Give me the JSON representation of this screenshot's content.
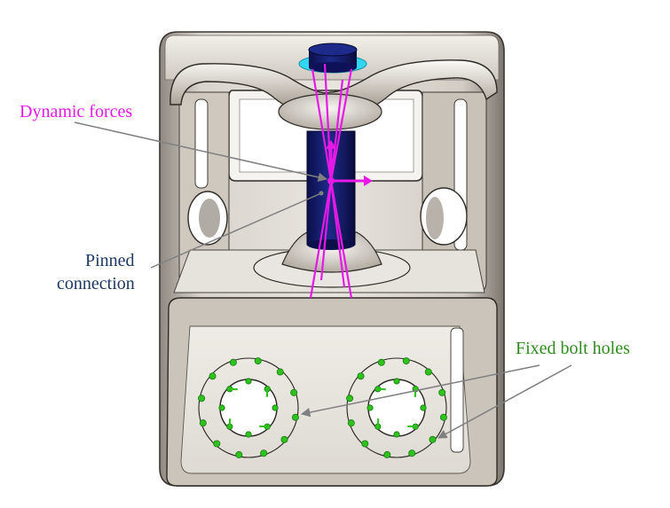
{
  "labels": {
    "dynamic_forces": "Dynamic forces",
    "pinned_line1": "Pinned",
    "pinned_line2": "connection",
    "fixed_bolt_holes": "Fixed bolt holes"
  },
  "colors": {
    "dynamic_forces": "#e619e6",
    "pinned_connection": "#1f3864",
    "fixed_bolt_holes": "#2e8b1e",
    "pin_body": "#141a6b",
    "pin_ring": "#33d6f0",
    "fixed_marker": "#2fc21f",
    "leader_line": "#808080",
    "part_metal": "#d8d3cc"
  },
  "icons": {
    "force_arrow": "force-arrow-icon",
    "fixture_marker": "fixed-support-icon"
  }
}
